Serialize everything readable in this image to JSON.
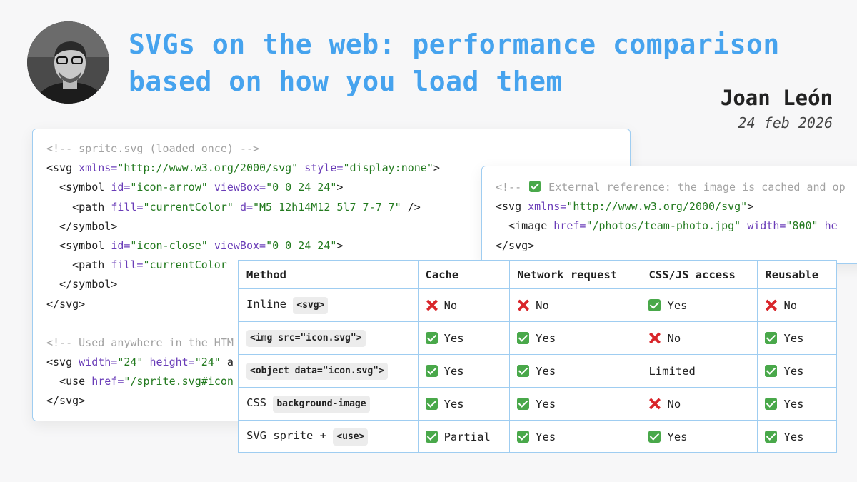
{
  "header": {
    "title": "SVGs on the web: performance comparison based on how you load them",
    "author": "Joan León",
    "date": "24 feb 2026"
  },
  "code_sprite": {
    "lines": [
      [
        {
          "t": "c",
          "v": "<!-- sprite.svg (loaded once) -->"
        }
      ],
      [
        {
          "t": "t",
          "v": "<svg "
        },
        {
          "t": "a",
          "v": "xmlns="
        },
        {
          "t": "s",
          "v": "\"http://www.w3.org/2000/svg\""
        },
        {
          "t": "t",
          "v": " "
        },
        {
          "t": "a",
          "v": "style="
        },
        {
          "t": "s",
          "v": "\"display:none\""
        },
        {
          "t": "t",
          "v": ">"
        }
      ],
      [
        {
          "t": "t",
          "v": "  <symbol "
        },
        {
          "t": "a",
          "v": "id="
        },
        {
          "t": "s",
          "v": "\"icon-arrow\""
        },
        {
          "t": "t",
          "v": " "
        },
        {
          "t": "a",
          "v": "viewBox="
        },
        {
          "t": "s",
          "v": "\"0 0 24 24\""
        },
        {
          "t": "t",
          "v": ">"
        }
      ],
      [
        {
          "t": "t",
          "v": "    <path "
        },
        {
          "t": "a",
          "v": "fill="
        },
        {
          "t": "s",
          "v": "\"currentColor\""
        },
        {
          "t": "t",
          "v": " "
        },
        {
          "t": "a",
          "v": "d="
        },
        {
          "t": "s",
          "v": "\"M5 12h14M12 5l7 7-7 7\""
        },
        {
          "t": "t",
          "v": " />"
        }
      ],
      [
        {
          "t": "t",
          "v": "  </symbol>"
        }
      ],
      [
        {
          "t": "t",
          "v": "  <symbol "
        },
        {
          "t": "a",
          "v": "id="
        },
        {
          "t": "s",
          "v": "\"icon-close\""
        },
        {
          "t": "t",
          "v": " "
        },
        {
          "t": "a",
          "v": "viewBox="
        },
        {
          "t": "s",
          "v": "\"0 0 24 24\""
        },
        {
          "t": "t",
          "v": ">"
        }
      ],
      [
        {
          "t": "t",
          "v": "    <path "
        },
        {
          "t": "a",
          "v": "fill="
        },
        {
          "t": "s",
          "v": "\"currentColor"
        }
      ],
      [
        {
          "t": "t",
          "v": "  </symbol>"
        }
      ],
      [
        {
          "t": "t",
          "v": "</svg>"
        }
      ],
      [
        {
          "t": "t",
          "v": ""
        }
      ],
      [
        {
          "t": "c",
          "v": "<!-- Used anywhere in the HTM"
        }
      ],
      [
        {
          "t": "t",
          "v": "<svg "
        },
        {
          "t": "a",
          "v": "width="
        },
        {
          "t": "s",
          "v": "\"24\""
        },
        {
          "t": "t",
          "v": " "
        },
        {
          "t": "a",
          "v": "height="
        },
        {
          "t": "s",
          "v": "\"24\""
        },
        {
          "t": "t",
          "v": " a"
        }
      ],
      [
        {
          "t": "t",
          "v": "  <use "
        },
        {
          "t": "a",
          "v": "href="
        },
        {
          "t": "s",
          "v": "\"/sprite.svg#icon"
        }
      ],
      [
        {
          "t": "t",
          "v": "</svg>"
        }
      ]
    ]
  },
  "code_external": {
    "comment_prefix": "<!-- ",
    "comment_text": " External reference: the image is cached and op",
    "lines": [
      [
        {
          "t": "t",
          "v": "<svg "
        },
        {
          "t": "a",
          "v": "xmlns="
        },
        {
          "t": "s",
          "v": "\"http://www.w3.org/2000/svg\""
        },
        {
          "t": "t",
          "v": ">"
        }
      ],
      [
        {
          "t": "t",
          "v": "  <image "
        },
        {
          "t": "a",
          "v": "href="
        },
        {
          "t": "s",
          "v": "\"/photos/team-photo.jpg\""
        },
        {
          "t": "t",
          "v": " "
        },
        {
          "t": "a",
          "v": "width="
        },
        {
          "t": "s",
          "v": "\"800\""
        },
        {
          "t": "t",
          "v": " "
        },
        {
          "t": "a",
          "v": "he"
        }
      ],
      [
        {
          "t": "t",
          "v": "</svg>"
        }
      ]
    ]
  },
  "table": {
    "headers": [
      "Method",
      "Cache",
      "Network request",
      "CSS/JS access",
      "Reusable"
    ],
    "rows": [
      {
        "prefix": "Inline ",
        "chip": "<svg>",
        "cells": [
          {
            "mark": "no",
            "text": "No"
          },
          {
            "mark": "no",
            "text": "No"
          },
          {
            "mark": "yes",
            "text": "Yes"
          },
          {
            "mark": "no",
            "text": "No"
          }
        ]
      },
      {
        "prefix": "",
        "chip": "<img src=\"icon.svg\">",
        "cells": [
          {
            "mark": "yes",
            "text": "Yes"
          },
          {
            "mark": "yes",
            "text": "Yes"
          },
          {
            "mark": "no",
            "text": "No"
          },
          {
            "mark": "yes",
            "text": "Yes"
          }
        ]
      },
      {
        "prefix": "",
        "chip": "<object data=\"icon.svg\">",
        "cells": [
          {
            "mark": "yes",
            "text": "Yes"
          },
          {
            "mark": "yes",
            "text": "Yes"
          },
          {
            "mark": "",
            "text": "Limited"
          },
          {
            "mark": "yes",
            "text": "Yes"
          }
        ]
      },
      {
        "prefix": "CSS ",
        "chip": "background-image",
        "cells": [
          {
            "mark": "yes",
            "text": "Yes"
          },
          {
            "mark": "yes",
            "text": "Yes"
          },
          {
            "mark": "no",
            "text": "No"
          },
          {
            "mark": "yes",
            "text": "Yes"
          }
        ]
      },
      {
        "prefix": "SVG sprite + ",
        "chip": "<use>",
        "cells": [
          {
            "mark": "yes",
            "text": "Partial"
          },
          {
            "mark": "yes",
            "text": "Yes"
          },
          {
            "mark": "yes",
            "text": "Yes"
          },
          {
            "mark": "yes",
            "text": "Yes"
          }
        ]
      }
    ]
  }
}
